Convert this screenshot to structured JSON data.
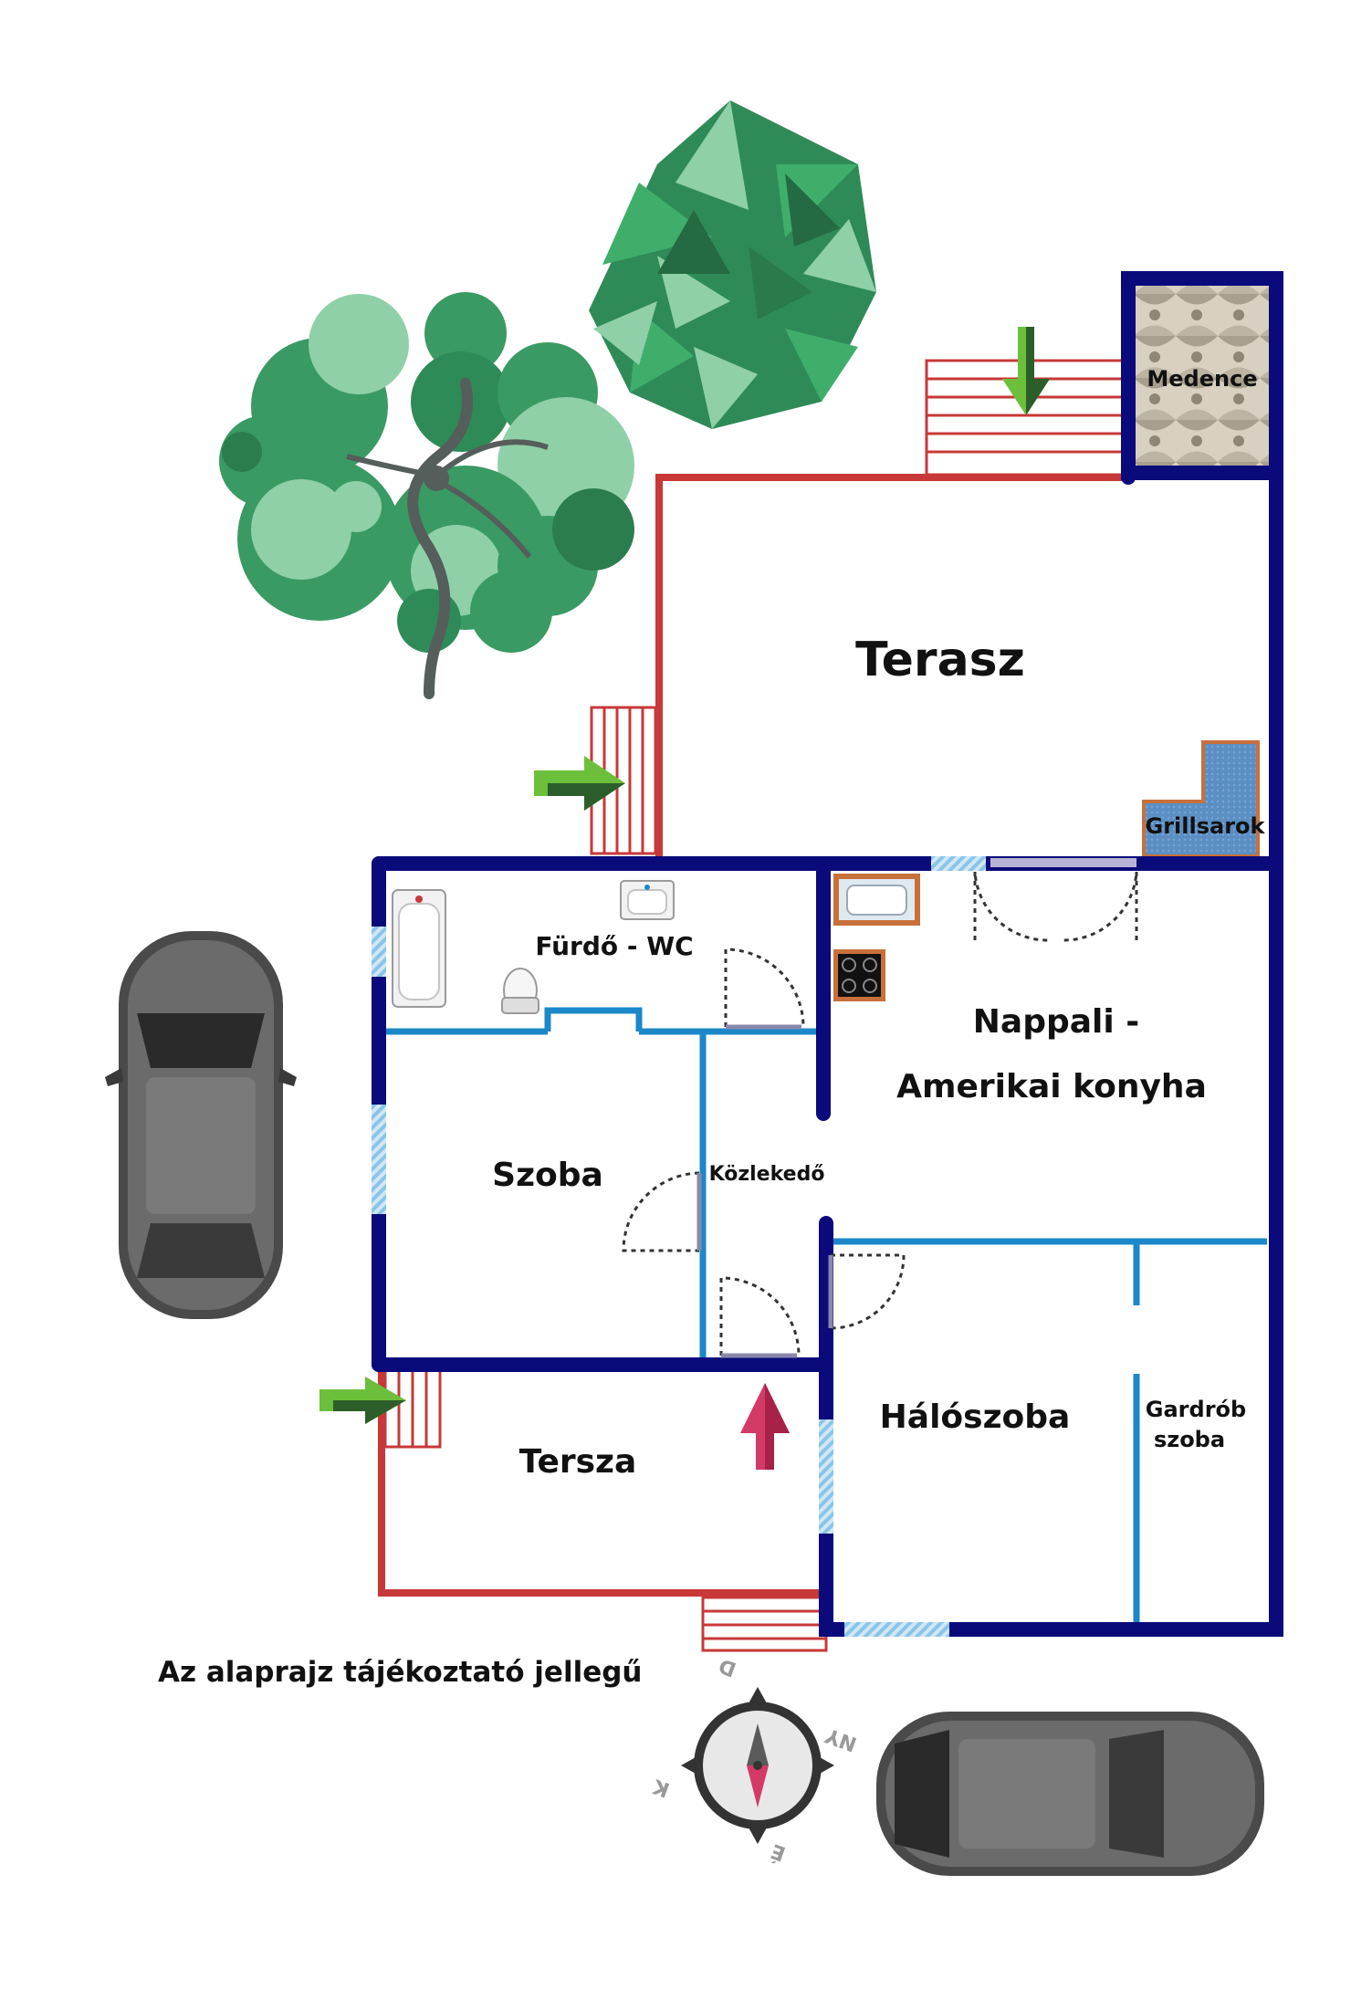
{
  "plan": {
    "rooms": {
      "terrace_top": "Terasz",
      "pool": "Medence",
      "grill": "Grillsarok",
      "bathroom": "Fürdő - WC",
      "living_line1": "Nappali -",
      "living_line2": "Amerikai konyha",
      "room": "Szoba",
      "hallway": "Közlekedő",
      "bedroom": "Hálószoba",
      "wardrobe_line1": "Gardrób",
      "wardrobe_line2": "szoba",
      "terrace_front": "Tersza"
    },
    "disclaimer": "Az alaprajz tájékoztató jellegű",
    "compass": {
      "n": "É",
      "s": "D",
      "w": "NY",
      "e": "K"
    }
  },
  "colors": {
    "outer_wall": "#0a0a7a",
    "inner_wall": "#1b88c9",
    "terrace_outline": "#c83838",
    "window": "#a8d4ee",
    "foliage_dark": "#2e8b57",
    "foliage_light": "#8fd0a8",
    "entry_arrow": "#d43a66",
    "stair_arrow": "#6cbf3a"
  },
  "icons": [
    "tree-icon",
    "car-icon",
    "compass-icon",
    "bathtub-icon",
    "sink-icon",
    "toilet-icon",
    "stove-icon",
    "arrow-icon"
  ]
}
